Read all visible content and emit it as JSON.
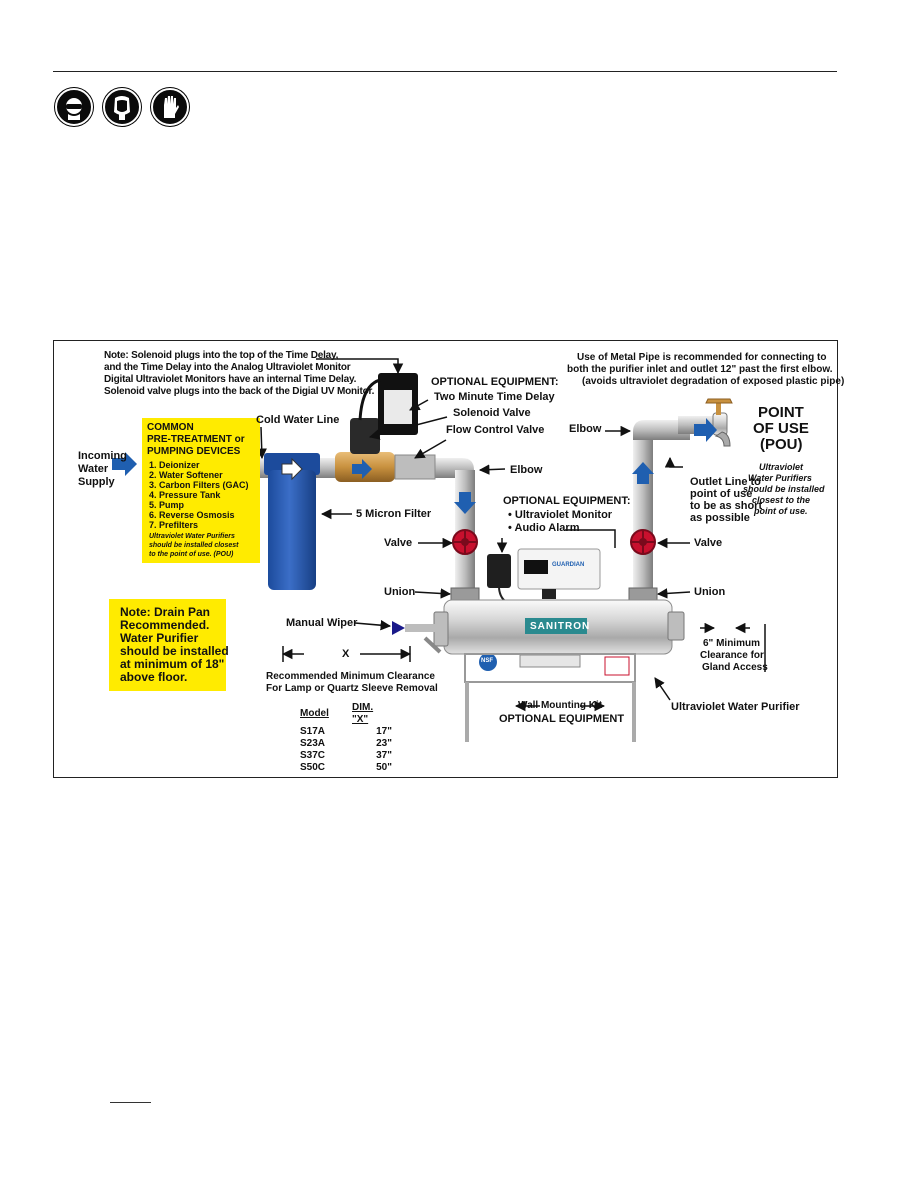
{
  "safety_icons": [
    {
      "name": "safety-glasses-icon"
    },
    {
      "name": "face-shield-icon"
    },
    {
      "name": "gloves-icon"
    }
  ],
  "diagram": {
    "note_solenoid": [
      "Note:  Solenoid plugs into the top of the Time Delay,",
      "and the Time Delay into the Analog Ultraviolet Monitor",
      "Digital Ultraviolet Monitors have an internal Time Delay.",
      "Solenoid valve plugs into the back of the Digial UV Monitor."
    ],
    "optional_equipment_1": "OPTIONAL EQUIPMENT:",
    "time_delay": "Two Minute Time Delay",
    "solenoid_valve": "Solenoid Valve",
    "flow_control_valve": "Flow Control Valve",
    "cold_water_line": "Cold Water Line",
    "incoming_water_supply": [
      "Incoming",
      "Water",
      "Supply"
    ],
    "pretreatment_title": [
      "COMMON",
      "PRE-TREATMENT or",
      "PUMPING DEVICES"
    ],
    "pretreatment_items": [
      "1. Deionizer",
      "2. Water Softener",
      "3. Carbon Filters (GAC)",
      "4. Pressure Tank",
      "5. Pump",
      "6. Reverse Osmosis",
      "7. Prefilters"
    ],
    "pretreatment_note": [
      "Ultraviolet Water Purifiers",
      "should be installed closest",
      "to the point of use. (POU)"
    ],
    "five_micron_filter": "5 Micron Filter",
    "elbow_left": "Elbow",
    "valve_left": "Valve",
    "union_left": "Union",
    "optional_equipment_2": "OPTIONAL EQUIPMENT:",
    "uv_monitor": "• Ultraviolet Monitor",
    "audio_alarm": "• Audio Alarm",
    "metal_pipe_note": [
      "Use of Metal Pipe is recommended for connecting to",
      "both the purifier inlet and outlet 12\" past the first elbow.",
      "(avoids ultraviolet degradation of exposed plastic pipe)"
    ],
    "elbow_right": "Elbow",
    "point_of_use": [
      "POINT",
      "OF USE",
      "(POU)"
    ],
    "pou_note": [
      "Ultraviolet",
      "Water Purifiers",
      "should be installed",
      "closest  to the",
      "point of use."
    ],
    "outlet_line": [
      "Outlet Line to",
      "point of use",
      "to be as short",
      "as possible"
    ],
    "valve_right": "Valve",
    "union_right": "Union",
    "drain_pan_note": [
      "Note: Drain Pan",
      "Recommended.",
      "Water Purifier",
      "should be installed",
      "at minimum of 18\"",
      "above floor."
    ],
    "manual_wiper": "Manual Wiper",
    "dim_x": "X",
    "clearance_note": [
      "Recommended Minimum Clearance",
      "For Lamp or Quartz Sleeve Removal"
    ],
    "gland_clearance": [
      "6\" Minimum",
      "Clearance for",
      "Gland Access"
    ],
    "wall_mounting_kit": "Wall Mounting Kit",
    "optional_equipment_3": "OPTIONAL EQUIPMENT",
    "uv_water_purifier": "Ultraviolet Water Purifier",
    "brand_logo": "SANITRON",
    "monitor_brand": "GUARDIAN",
    "nsf": "NSF",
    "table": {
      "headers": [
        "Model",
        "DIM. \"X\""
      ],
      "rows": [
        [
          "S17A",
          "17\""
        ],
        [
          "S23A",
          "23\""
        ],
        [
          "S37C",
          "37\""
        ],
        [
          "S50C",
          "50\""
        ]
      ]
    }
  },
  "colors": {
    "yellow": "#ffeb00",
    "filter_blue": "#2f5fb5",
    "flow_arrow_blue": "#1f5fb0",
    "valve_red": "#c8102e",
    "brass": "#c8913f",
    "stainless": "#c9c9c9"
  }
}
